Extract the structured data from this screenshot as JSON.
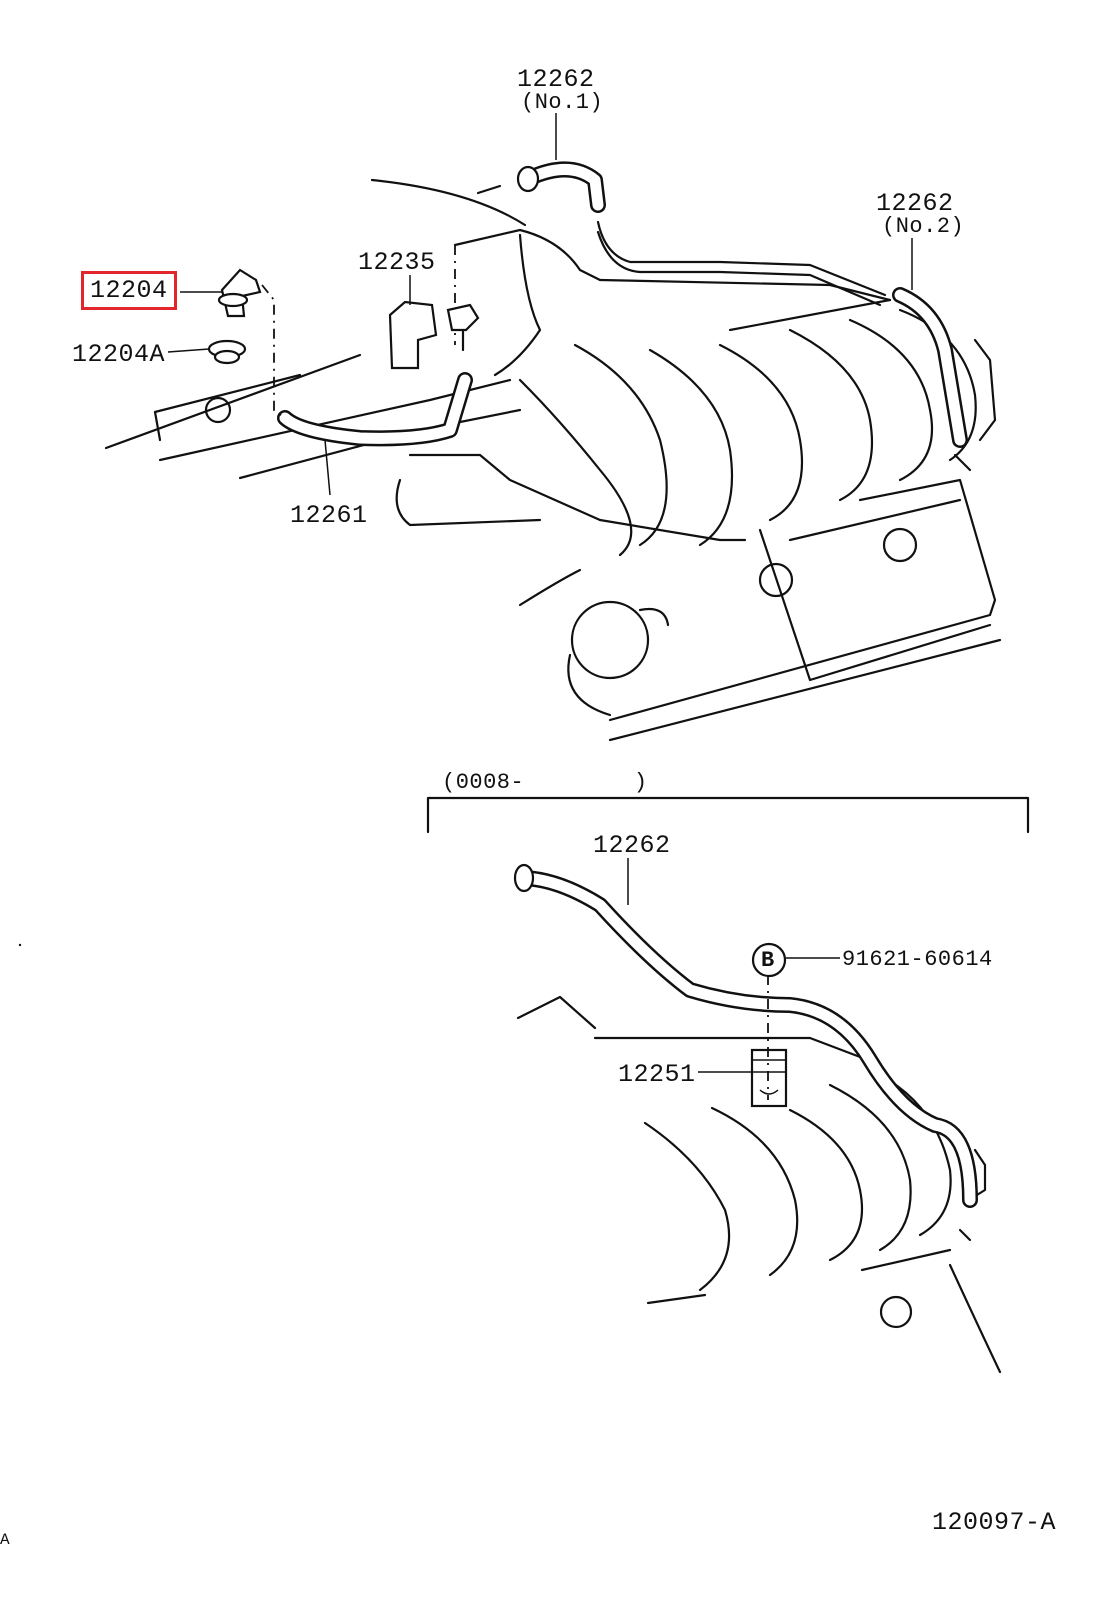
{
  "labels": {
    "p12262_no1_num": "12262",
    "p12262_no1_sub": "(No.1)",
    "p12262_no2_num": "12262",
    "p12262_no2_sub": "(No.2)",
    "p12235": "12235",
    "p12204": "12204",
    "p12204a": "12204A",
    "p12261": "12261",
    "range_bracket": "(0008-        )",
    "p12262_lower": "12262",
    "bolt_letter": "B",
    "p91621": "91621-60614",
    "p12251": "12251",
    "figure_code": "120097-A",
    "corner_mark": "A"
  },
  "colors": {
    "highlight": "#e3262b",
    "ink": "#111111"
  }
}
